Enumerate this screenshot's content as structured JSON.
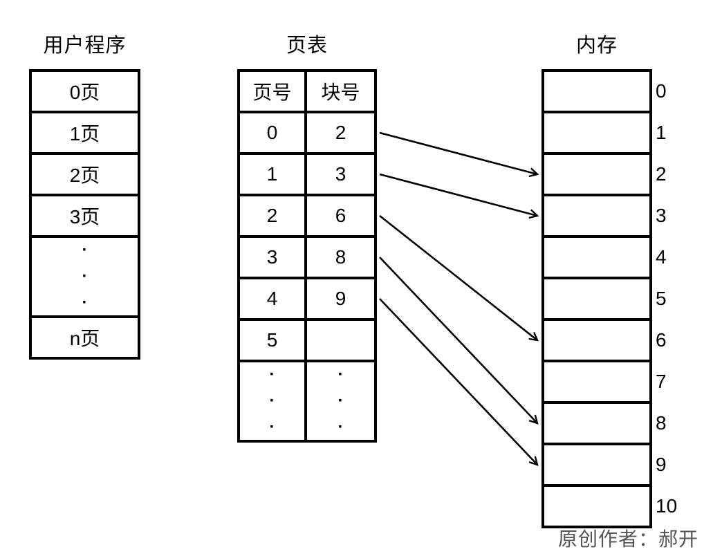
{
  "titles": {
    "user_program": "用户程序",
    "page_table": "页表",
    "memory": "内存"
  },
  "user_program": {
    "rows": [
      "0页",
      "1页",
      "2页",
      "3页",
      "·\n·\n·",
      "n页"
    ]
  },
  "page_table": {
    "headers": [
      "页号",
      "块号"
    ],
    "rows": [
      {
        "page": "0",
        "block": "2"
      },
      {
        "page": "1",
        "block": "3"
      },
      {
        "page": "2",
        "block": "6"
      },
      {
        "page": "3",
        "block": "8"
      },
      {
        "page": "4",
        "block": "9"
      },
      {
        "page": "5",
        "block": ""
      },
      {
        "page": "·\n·\n·",
        "block": "·\n·\n·"
      }
    ]
  },
  "memory": {
    "blocks": [
      "0",
      "1",
      "2",
      "3",
      "4",
      "5",
      "6",
      "7",
      "8",
      "9",
      "10"
    ]
  },
  "mappings": [
    {
      "from_page": 0,
      "to_block": 2
    },
    {
      "from_page": 1,
      "to_block": 3
    },
    {
      "from_page": 2,
      "to_block": 6
    },
    {
      "from_page": 3,
      "to_block": 8
    },
    {
      "from_page": 4,
      "to_block": 9
    }
  ],
  "attribution": "原创作者：郝开",
  "colors": {
    "line": "#000000",
    "text": "#000000",
    "attribution": "#555555",
    "background": "#ffffff"
  }
}
